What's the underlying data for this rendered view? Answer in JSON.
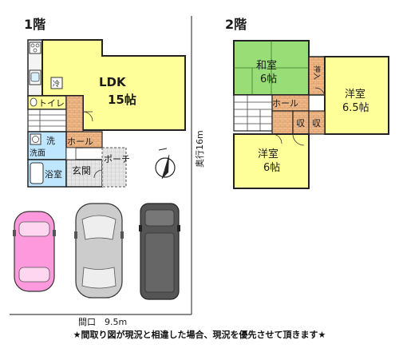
{
  "floor1": {
    "label": "1階",
    "ldk": "LDK",
    "ldk_size": "15帖",
    "fridge": "冷",
    "toilet": "トイレ",
    "wash": "洗",
    "washroom": "洗面",
    "hall": "ホール",
    "bath": "浴室",
    "entrance": "玄関",
    "porch": "ポーチ"
  },
  "floor2": {
    "label": "2階",
    "japanese_room": "和室",
    "japanese_room_size": "6帖",
    "western_room_a": "洋室",
    "western_room_a_size": "6.5帖",
    "western_room_b": "洋室",
    "western_room_b_size": "6帖",
    "hall": "ホール",
    "storage_left": "収",
    "storage_right": "収",
    "closet": "押入"
  },
  "site": {
    "depth": "奥行16m",
    "frontage": "間口　9.5m"
  },
  "colors": {
    "room_fill": "#ffff99",
    "japanese_room_fill": "#99dd77",
    "hall_fill": "#f0b98a",
    "wet_area_fill": "#bfe6ff",
    "car1": "#ff99dd",
    "car2": "#cccccc",
    "car3": "#555555"
  },
  "notice": "★間取り図が現況と相違した場合、現況を優先させて頂きます★"
}
